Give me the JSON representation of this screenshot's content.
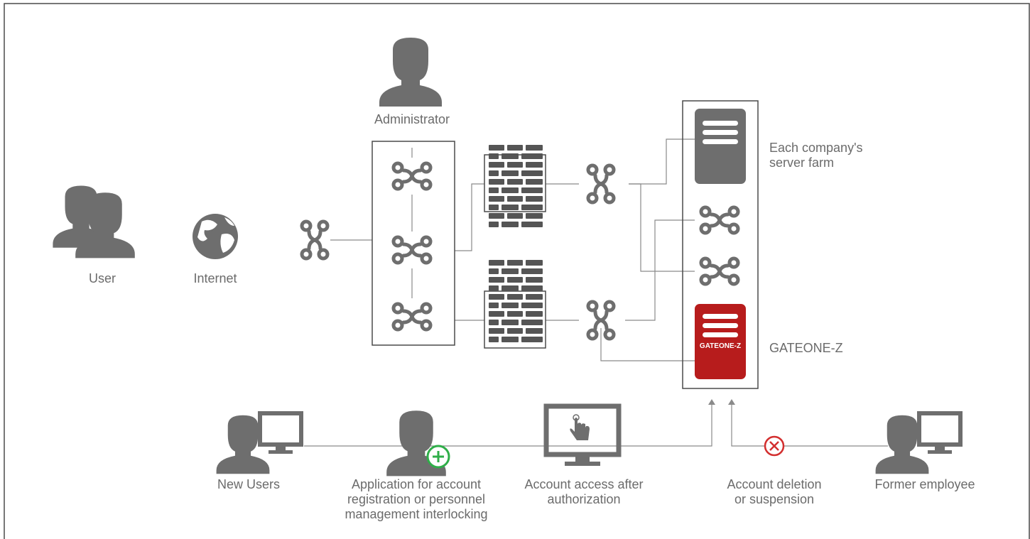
{
  "labels": {
    "administrator": "Administrator",
    "user": "User",
    "internet": "Internet",
    "server_farm_line1": "Each company's",
    "server_farm_line2": "server farm",
    "gateone_label": "GATEONE-Z",
    "gateone_badge": "GATEONE-Z",
    "new_users": "New Users",
    "application_line1": "Application for account",
    "application_line2": "registration or personnel",
    "application_line3": "management interlocking",
    "access_line1": "Account access after",
    "access_line2": "authorization",
    "deletion_line1": "Account deletion",
    "deletion_line2": "or suspension",
    "former_employee": "Former employee"
  },
  "colors": {
    "icon_gray": "#6e6e6e",
    "icon_dark": "#555555",
    "line": "#8a8a8a",
    "frame": "#4a4a4a",
    "text": "#6b6b6b",
    "gateone_red": "#b71c1c",
    "add_green": "#2fae49",
    "delete_red": "#d32f2f"
  }
}
